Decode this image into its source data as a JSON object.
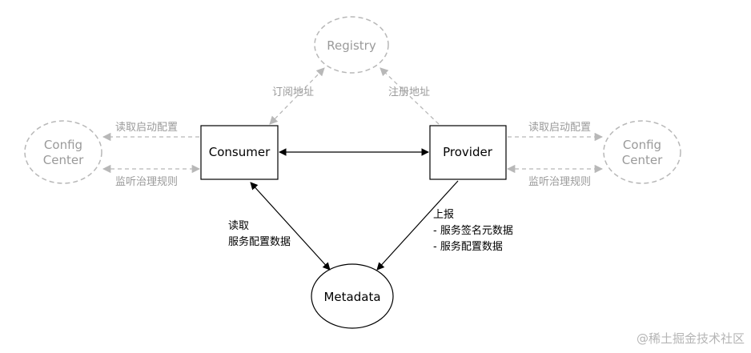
{
  "nodes": {
    "registry": "Registry",
    "config_center_left": [
      "Config",
      "Center"
    ],
    "config_center_right": [
      "Config",
      "Center"
    ],
    "consumer": "Consumer",
    "provider": "Provider",
    "metadata": "Metadata"
  },
  "edges": {
    "subscribe": "订阅地址",
    "register": "注册地址",
    "consumer_read_config": "读取启动配置",
    "consumer_listen_rules": "监听治理规则",
    "provider_read_config": "读取启动配置",
    "provider_listen_rules": "监听治理规则",
    "consumer_metadata": [
      "读取",
      "服务配置数据"
    ],
    "provider_metadata": [
      "上报",
      "- 服务签名元数据",
      "- 服务配置数据"
    ]
  },
  "watermark": "@稀土掘金技术社区",
  "colors": {
    "solid": "#000000",
    "dashed": "#b8b8b8",
    "dashed_text": "#9a9a9a",
    "label_text": "#000000"
  }
}
